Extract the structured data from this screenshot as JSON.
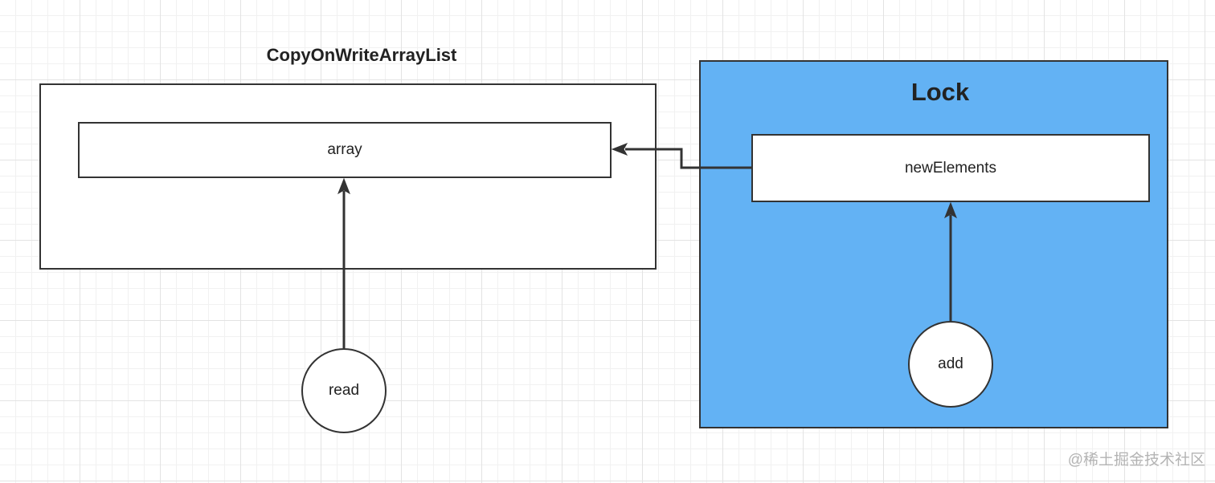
{
  "diagram": {
    "title": "CopyOnWriteArrayList",
    "array_label": "array",
    "lock_title": "Lock",
    "new_elements_label": "newElements",
    "read_label": "read",
    "add_label": "add"
  },
  "watermark": {
    "text": "@稀土掘金技术社区"
  },
  "colors": {
    "lock_fill": "#63b2f4",
    "stroke": "#333333",
    "grid": "#e3e3e3"
  }
}
